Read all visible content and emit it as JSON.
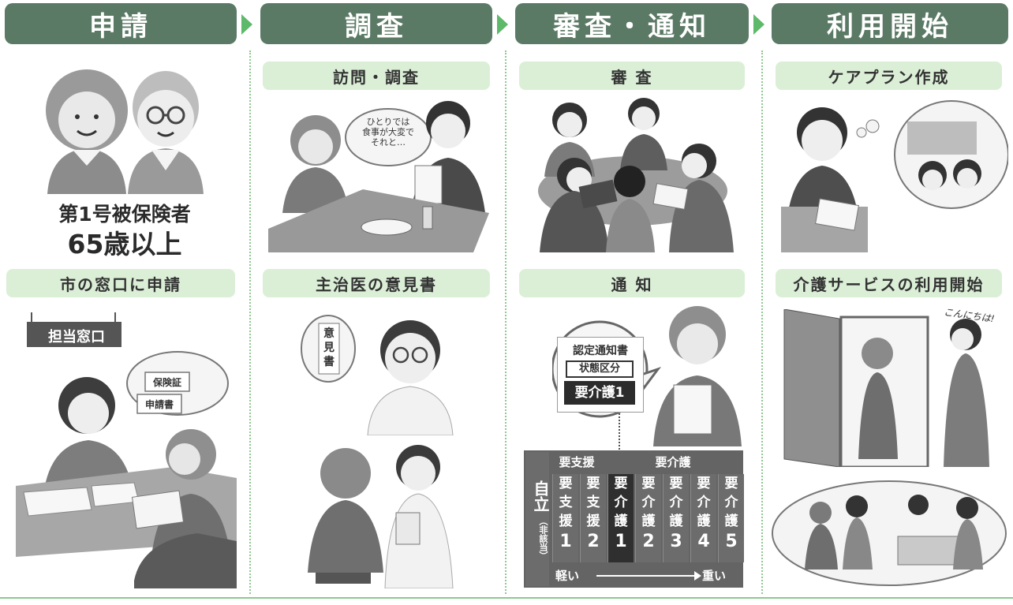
{
  "stages": [
    {
      "title": "申請"
    },
    {
      "title": "調査"
    },
    {
      "title": "審査・通知"
    },
    {
      "title": "利用開始"
    }
  ],
  "col1": {
    "insured_label": "第1号被保険者",
    "age_label": "65歳以上",
    "sub2": "市の窓口に申請",
    "counter_sign": "担当窓口",
    "doc1": "保険証",
    "doc2": "申請書"
  },
  "col2": {
    "sub1": "訪問・調査",
    "sub2": "主治医の意見書",
    "speech": [
      "ひとりでは",
      "食事が大変で",
      "それと…"
    ],
    "opinion_doc": [
      "意",
      "見",
      "書"
    ]
  },
  "col3": {
    "sub1": "審 査",
    "sub2": "通 知",
    "notice_title": "認定通知書",
    "notice_status": "状態区分",
    "notice_level": "要介護1",
    "table": {
      "support_header": "要支援",
      "care_header": "要介護",
      "independent": "自立",
      "independent_sub": "（非該当）",
      "levels": [
        {
          "chars": [
            "要",
            "支",
            "援",
            "1"
          ]
        },
        {
          "chars": [
            "要",
            "支",
            "援",
            "2"
          ]
        },
        {
          "chars": [
            "要",
            "介",
            "護",
            "1"
          ]
        },
        {
          "chars": [
            "要",
            "介",
            "護",
            "2"
          ]
        },
        {
          "chars": [
            "要",
            "介",
            "護",
            "3"
          ]
        },
        {
          "chars": [
            "要",
            "介",
            "護",
            "4"
          ]
        },
        {
          "chars": [
            "要",
            "介",
            "護",
            "5"
          ]
        }
      ],
      "light": "軽い",
      "heavy": "重い",
      "highlight_index": 2
    }
  },
  "col4": {
    "sub1": "ケアプラン作成",
    "sub2": "介護サービスの利用開始",
    "greeting": "こんにちは!"
  },
  "colors": {
    "stage_bg": "#5b7a65",
    "sub_bg": "#dbefd7",
    "arrow": "#5fb96a",
    "divider": "#8cc98f",
    "table_bg": "#646464",
    "table_highlight": "#2f2f2f"
  }
}
